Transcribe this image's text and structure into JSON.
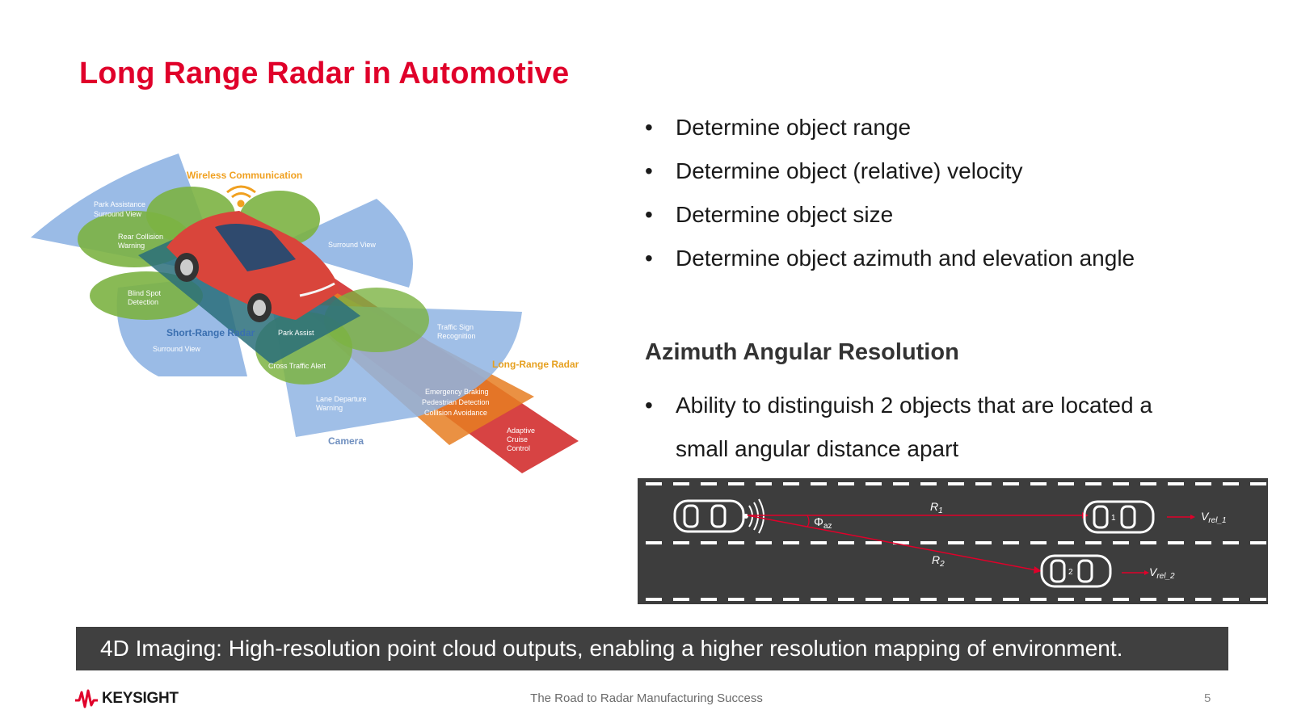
{
  "slide": {
    "title": "Long Range Radar in Automotive",
    "bullets": [
      "Determine object range",
      "Determine object (relative) velocity",
      "Determine object size",
      "Determine object azimuth and elevation angle"
    ],
    "section_heading": "Azimuth Angular Resolution",
    "section_bullets": [
      "Ability to distinguish 2 objects that are located a",
      "small angular distance apart"
    ],
    "bullet_char": "•",
    "banner": "4D Imaging: High-resolution point cloud outputs, enabling a higher resolution mapping of environment.",
    "footer_text": "The Road to Radar Manufacturing Success",
    "page_number": "5",
    "logo_text": "KEYSIGHT"
  },
  "diagram": {
    "labels": {
      "wireless": "Wireless Communication",
      "park_assist_surround": [
        "Park Assistance",
        "Surround View"
      ],
      "rear_collision": [
        "Rear Collision",
        "Warning"
      ],
      "surround_view_right": "Surround View",
      "blind_spot": [
        "Blind Spot",
        "Detection"
      ],
      "short_range_radar": "Short-Range Radar",
      "park_assist": "Park Assist",
      "surround_view_left": "Surround View",
      "traffic_sign": [
        "Traffic Sign",
        "Recognition"
      ],
      "cross_traffic": "Cross Traffic Alert",
      "long_range_radar": "Long-Range Radar",
      "emergency": [
        "Emergency Braking",
        "Pedestrian Detection",
        "Collision Avoidance"
      ],
      "lane_departure": [
        "Lane Departure",
        "Warning"
      ],
      "acc": [
        "Adaptive",
        "Cruise",
        "Control"
      ],
      "camera": "Camera"
    },
    "road": {
      "r1": "R",
      "r1_sub": "1",
      "r2": "R",
      "r2_sub": "2",
      "phi": "Φ",
      "phi_sub": "az",
      "v1": "V",
      "v1_sub": "rel_1",
      "v2": "V",
      "v2_sub": "rel_2",
      "car1_num": "1",
      "car2_num": "2"
    }
  },
  "colors": {
    "accent": "#e0002a",
    "banner_bg": "#404040",
    "road_bg": "#3d3d3d",
    "sr_blue": "#8fb4e3",
    "green": "#7cb342",
    "lr_orange": "#e67e22",
    "lr_red": "#d32f2f"
  }
}
